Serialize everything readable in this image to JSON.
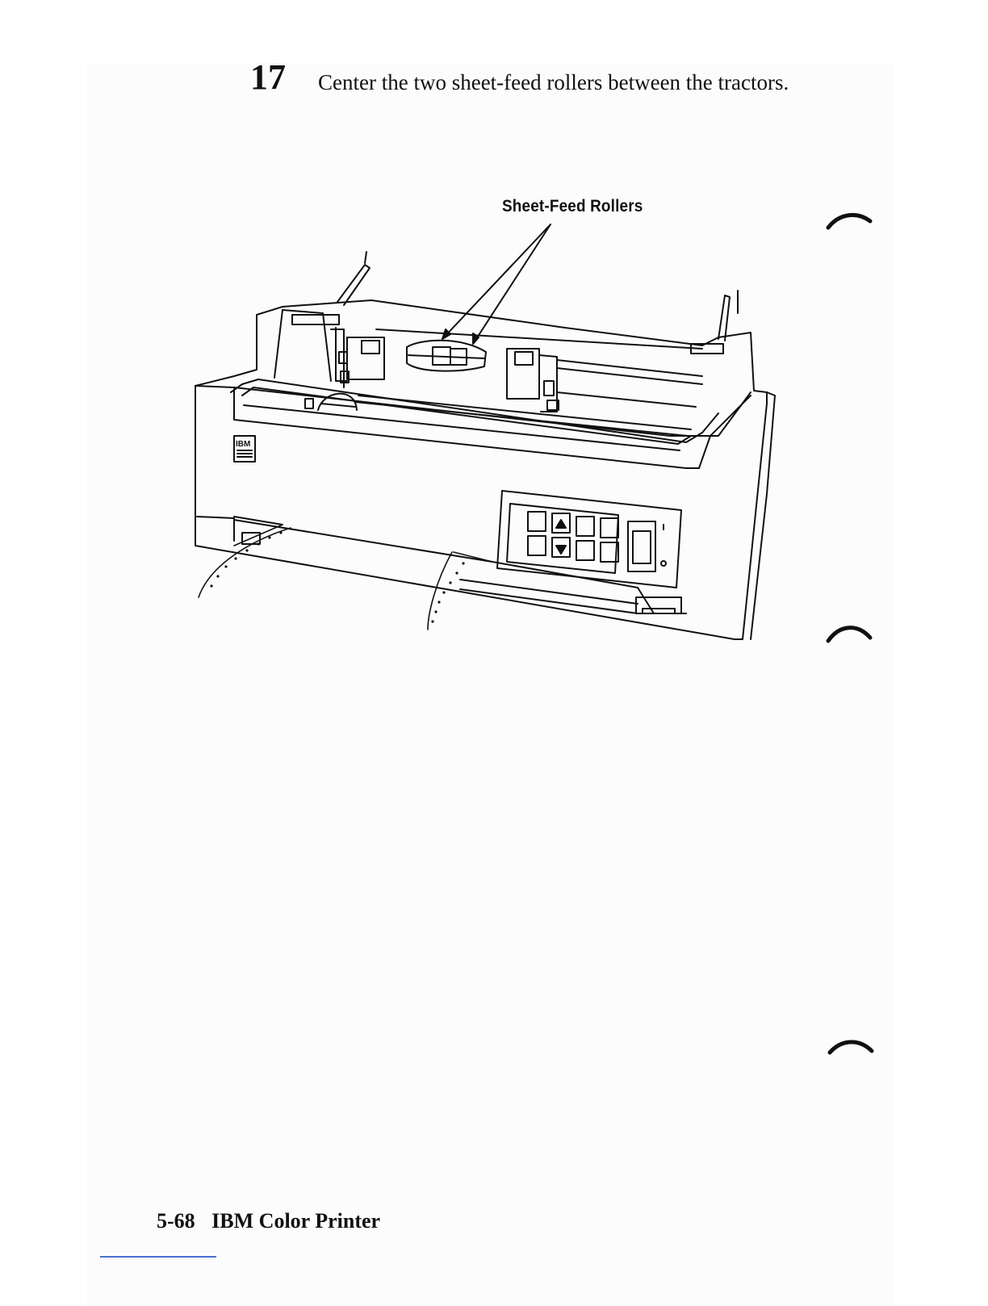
{
  "step": {
    "number": "17",
    "instruction": "Center the two sheet-feed rollers between the tractors."
  },
  "figure": {
    "callout_label": "Sheet-Feed Rollers",
    "logo_text": "IBM"
  },
  "footer": {
    "page_number": "5-68",
    "title": "IBM Color Printer"
  }
}
